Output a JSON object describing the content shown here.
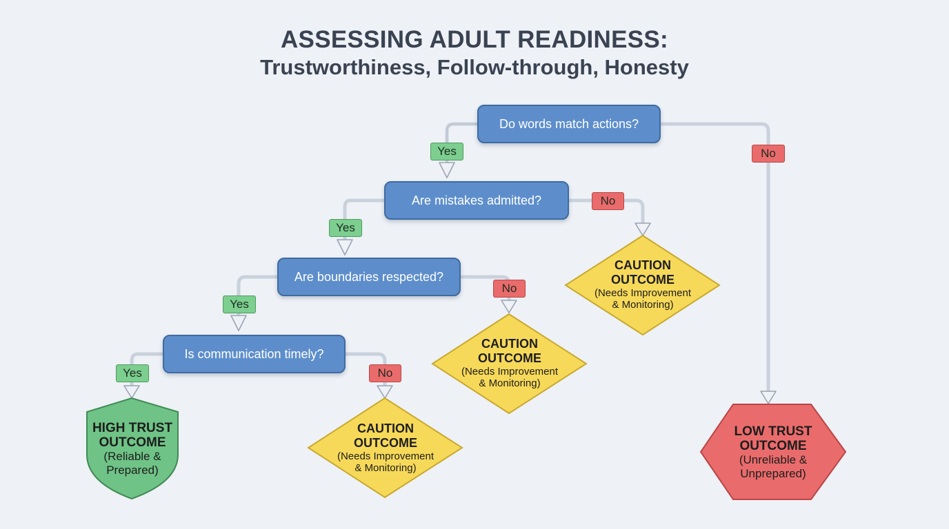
{
  "title": {
    "line1": "ASSESSING ADULT READINESS:",
    "line2": "Trustworthiness, Follow-through, Honesty"
  },
  "questions": {
    "q1": "Do words match actions?",
    "q2": "Are mistakes admitted?",
    "q3": "Are boundaries respected?",
    "q4": "Is communication timely?"
  },
  "labels": {
    "yes": "Yes",
    "no": "No"
  },
  "outcomes": {
    "high": {
      "line1": "HIGH TRUST",
      "line2": "OUTCOME",
      "sub1": "(Reliable &",
      "sub2": "Prepared)"
    },
    "caution": {
      "line1": "CAUTION",
      "line2": "OUTCOME",
      "sub1": "(Needs Improvement",
      "sub2": "& Monitoring)"
    },
    "low": {
      "line1": "LOW TRUST",
      "line2": "OUTCOME",
      "sub1": "(Unreliable &",
      "sub2": "Unprepared)"
    }
  },
  "colors": {
    "question_fill": "#5d8ecb",
    "yes": "#7ccf8e",
    "no": "#ea6b6b",
    "caution": "#f7d95a",
    "high_trust": "#6fc386",
    "low_trust": "#ea6b6b",
    "connector": "#c7cfda"
  }
}
